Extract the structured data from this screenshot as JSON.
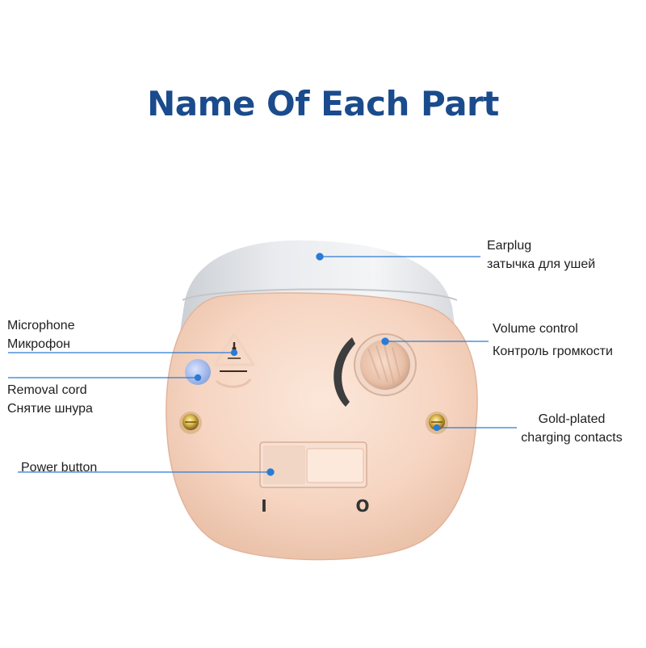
{
  "title": "Name Of Each Part",
  "accent_color": "#1a4b8c",
  "leader_color": "#2a7bd4",
  "parts": {
    "earplug": {
      "name": "earplug",
      "label_en": "Earplug",
      "label_ru": "затычка для ушей"
    },
    "microphone": {
      "name": "microphone",
      "label_en": "Microphone",
      "label_ru": "Микрофон"
    },
    "removal_cord": {
      "name": "removal-cord",
      "label_en": "Removal cord",
      "label_ru": "Снятие шнура"
    },
    "volume_control": {
      "name": "volume-control",
      "label_en": "Volume control",
      "label_ru": "Контроль громкости"
    },
    "charging_contacts": {
      "name": "charging-contacts",
      "label_line1": "Gold-plated",
      "label_line2": "charging contacts"
    },
    "power_button": {
      "name": "power-button",
      "label": "Power button"
    }
  },
  "switch_marks": {
    "on": "I",
    "off": "O"
  }
}
